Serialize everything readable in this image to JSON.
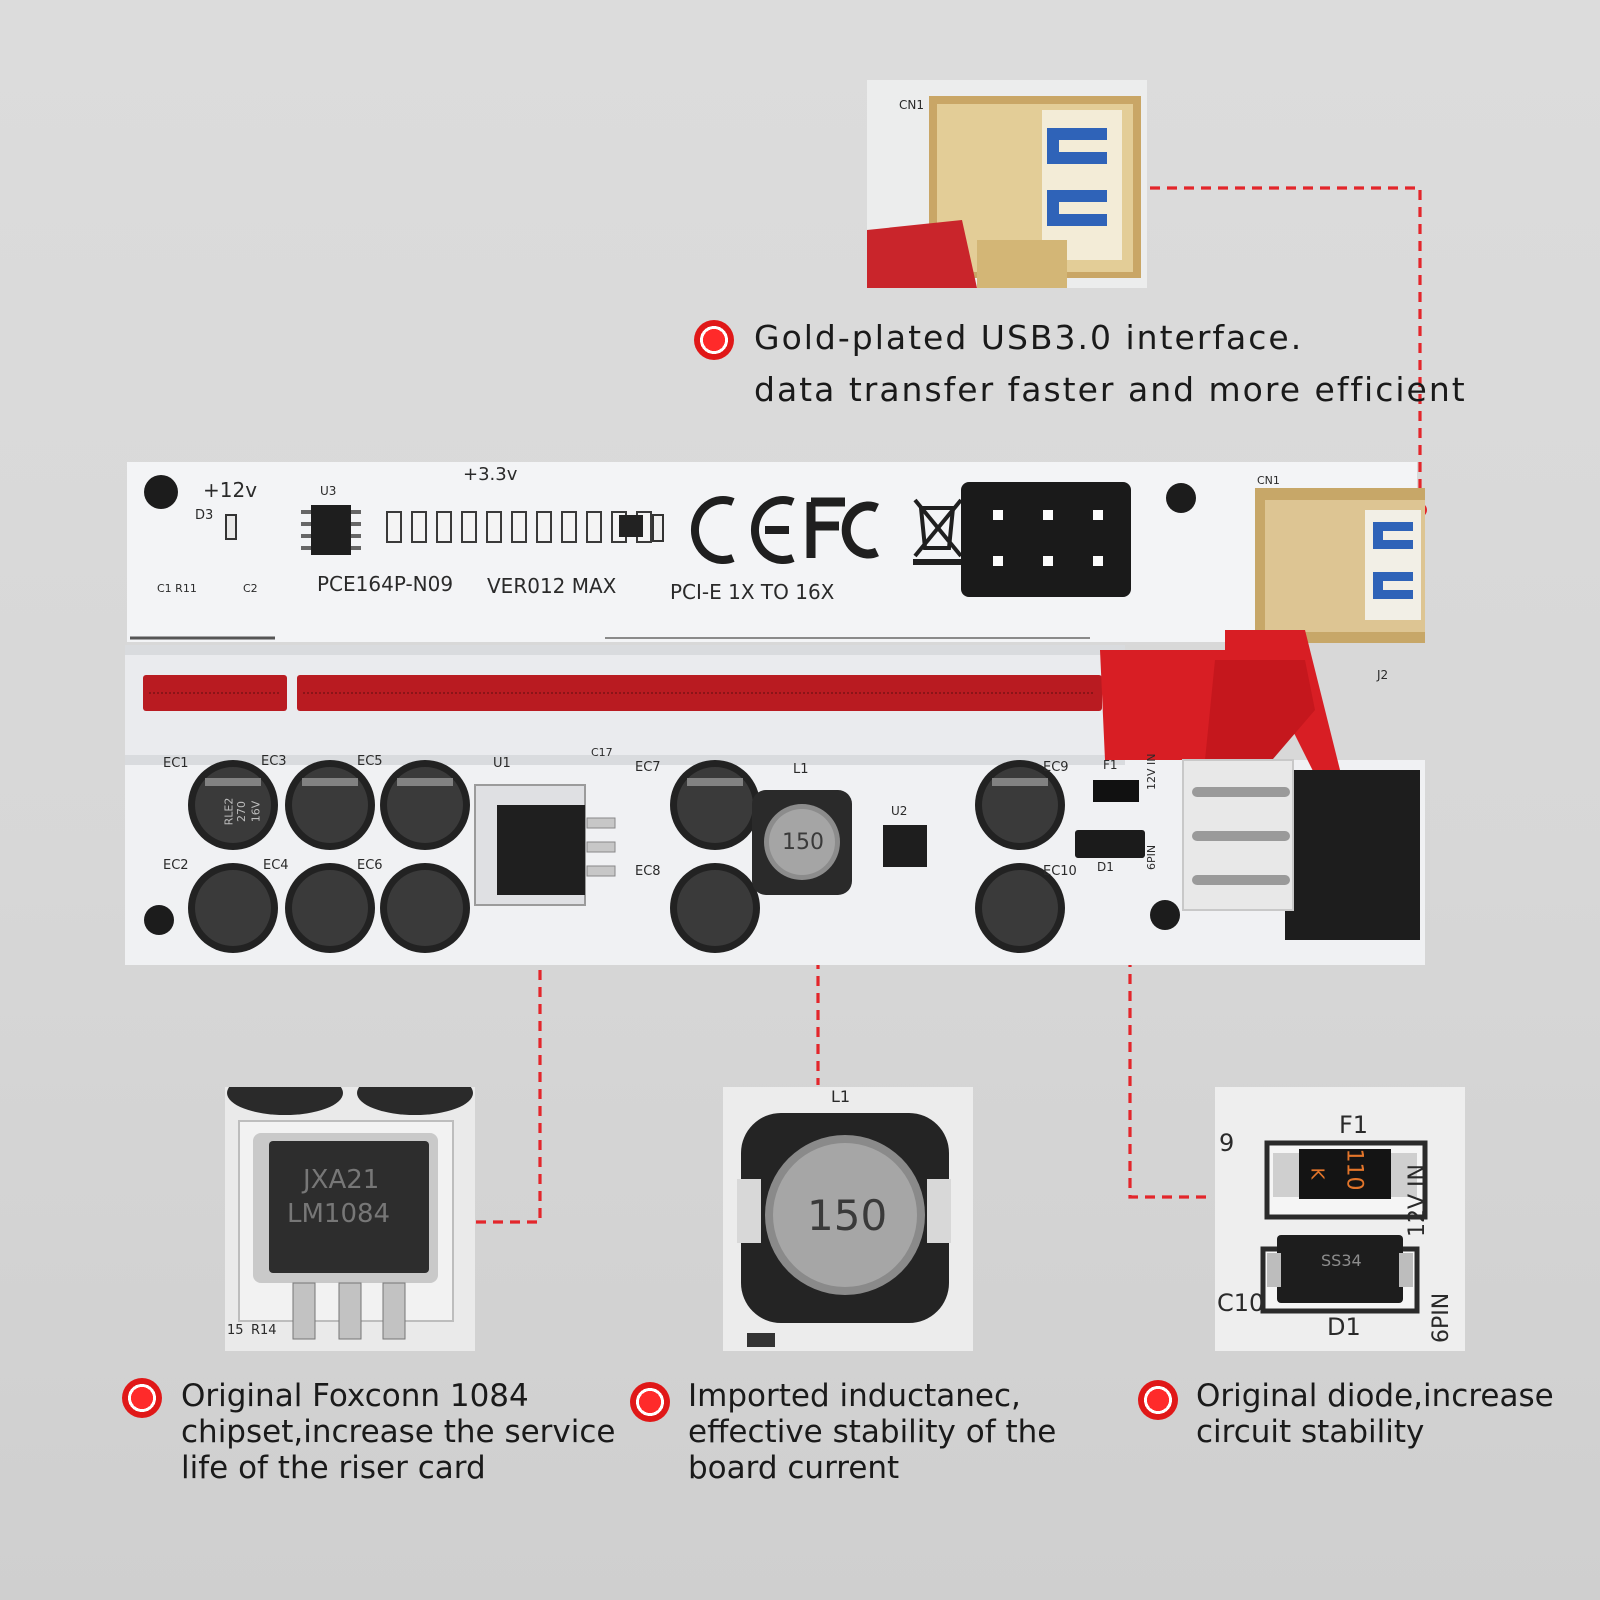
{
  "colors": {
    "accent": "#e3262b",
    "connector_red": "#d81e24",
    "pcb_white": "#f2f3f5",
    "gold": "#d5b878"
  },
  "callouts": {
    "usb": {
      "lines": [
        "Gold-plated USB3.0 interface.",
        "data transfer faster and more efficient"
      ]
    },
    "chipset": {
      "lines": [
        "Original Foxconn 1084",
        "chipset,increase the service",
        "life of the riser card"
      ]
    },
    "inductor": {
      "lines": [
        "Imported inductanec,",
        "effective stability of the",
        "board current"
      ]
    },
    "diode": {
      "lines": [
        "Original diode,increase",
        "circuit stability"
      ]
    }
  },
  "board": {
    "model": "PCE164P-N09",
    "version": "VER012 MAX",
    "bus": "PCI-E 1X TO 16X",
    "v12": "+12v",
    "v33": "+3.3v",
    "d3": "D3",
    "u3": "U3",
    "cn1": "CN1",
    "j2": "J2",
    "u1": "U1",
    "u2": "U2",
    "l1": "L1",
    "f1": "F1",
    "d1": "D1",
    "c17": "C17",
    "c1r11": "C1 R11",
    "c2": "C2",
    "ec": [
      "EC1",
      "EC2",
      "EC3",
      "EC4",
      "EC5",
      "EC6",
      "EC7",
      "EC8",
      "EC9",
      "EC10"
    ],
    "cap_marking": [
      "RLE2",
      "270",
      "16V"
    ],
    "inductor_marking": "150",
    "pin_labels": [
      "12V IN",
      "6PIN"
    ],
    "cert_marks": [
      "CE",
      "FC"
    ]
  },
  "thumbs": {
    "usb_cn1": "CN1",
    "chip_marking": [
      "JXA21",
      "LM1084"
    ],
    "chip_resistors": [
      "15",
      "R14"
    ],
    "inductor_label": "L1",
    "inductor_marking": "150",
    "fuse_label": "F1",
    "fuse_marking": "110",
    "fuse_r": "K",
    "diode_label": "D1",
    "diode_marking": "SS34",
    "side_12v": "12V IN",
    "side_6pin": "6PIN",
    "side_9": "9",
    "side_c10": "C10"
  }
}
